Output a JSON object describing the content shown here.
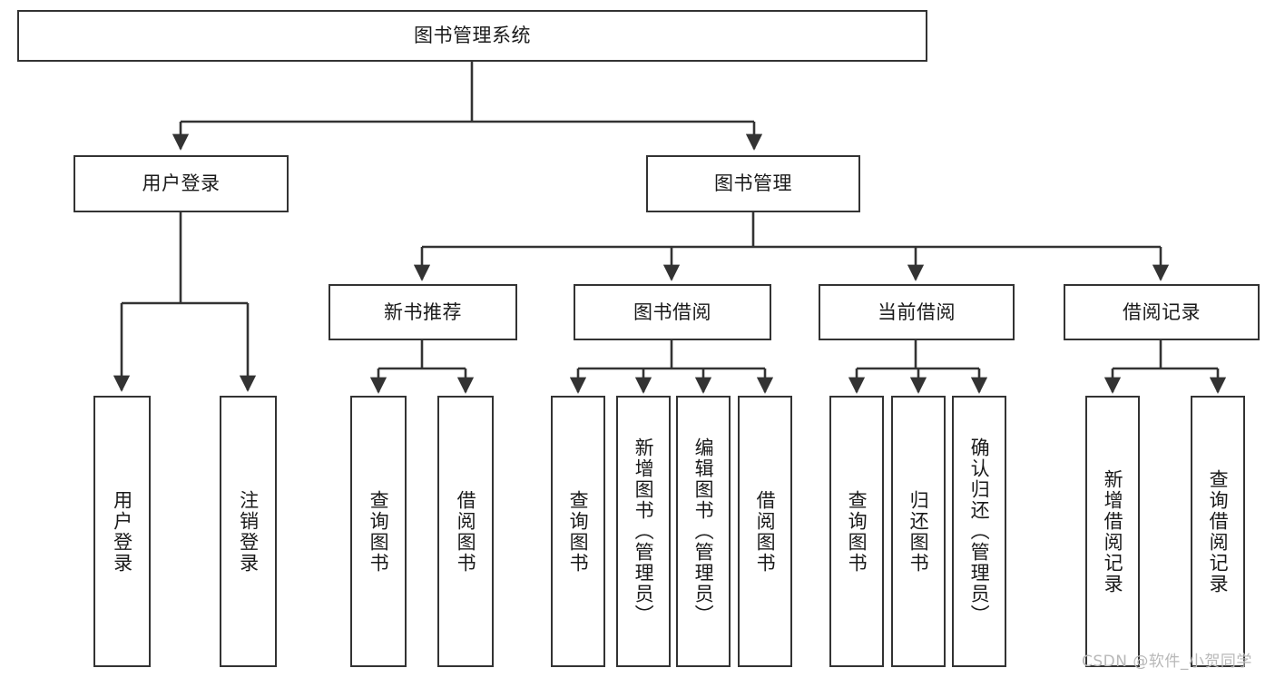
{
  "diagram": {
    "title": "图书管理系统",
    "type": "tree-hierarchy",
    "colors": {
      "stroke": "#333333",
      "box_fill": "#ffffff",
      "text": "#1a1a1a",
      "watermark": "#b8b8b8",
      "background": "#ffffff"
    },
    "root": {
      "label": "图书管理系统"
    },
    "level2": [
      {
        "label": "用户登录"
      },
      {
        "label": "图书管理"
      }
    ],
    "level3": [
      {
        "label": "新书推荐"
      },
      {
        "label": "图书借阅"
      },
      {
        "label": "当前借阅"
      },
      {
        "label": "借阅记录"
      }
    ],
    "leaves": {
      "user_login": [
        {
          "label": "用户登录"
        },
        {
          "label": "注销登录"
        }
      ],
      "new_book": [
        {
          "label": "查询图书"
        },
        {
          "label": "借阅图书"
        }
      ],
      "book_borrow": [
        {
          "label": "查询图书"
        },
        {
          "label": "新增图书（管理员）"
        },
        {
          "label": "编辑图书（管理员）"
        },
        {
          "label": "借阅图书"
        }
      ],
      "current_borrow": [
        {
          "label": "查询图书"
        },
        {
          "label": "归还图书"
        },
        {
          "label": "确认归还（管理员）"
        }
      ],
      "borrow_record": [
        {
          "label": "新增借阅记录"
        },
        {
          "label": "查询借阅记录"
        }
      ]
    },
    "watermark": "CSDN @软件_小贺同学"
  }
}
